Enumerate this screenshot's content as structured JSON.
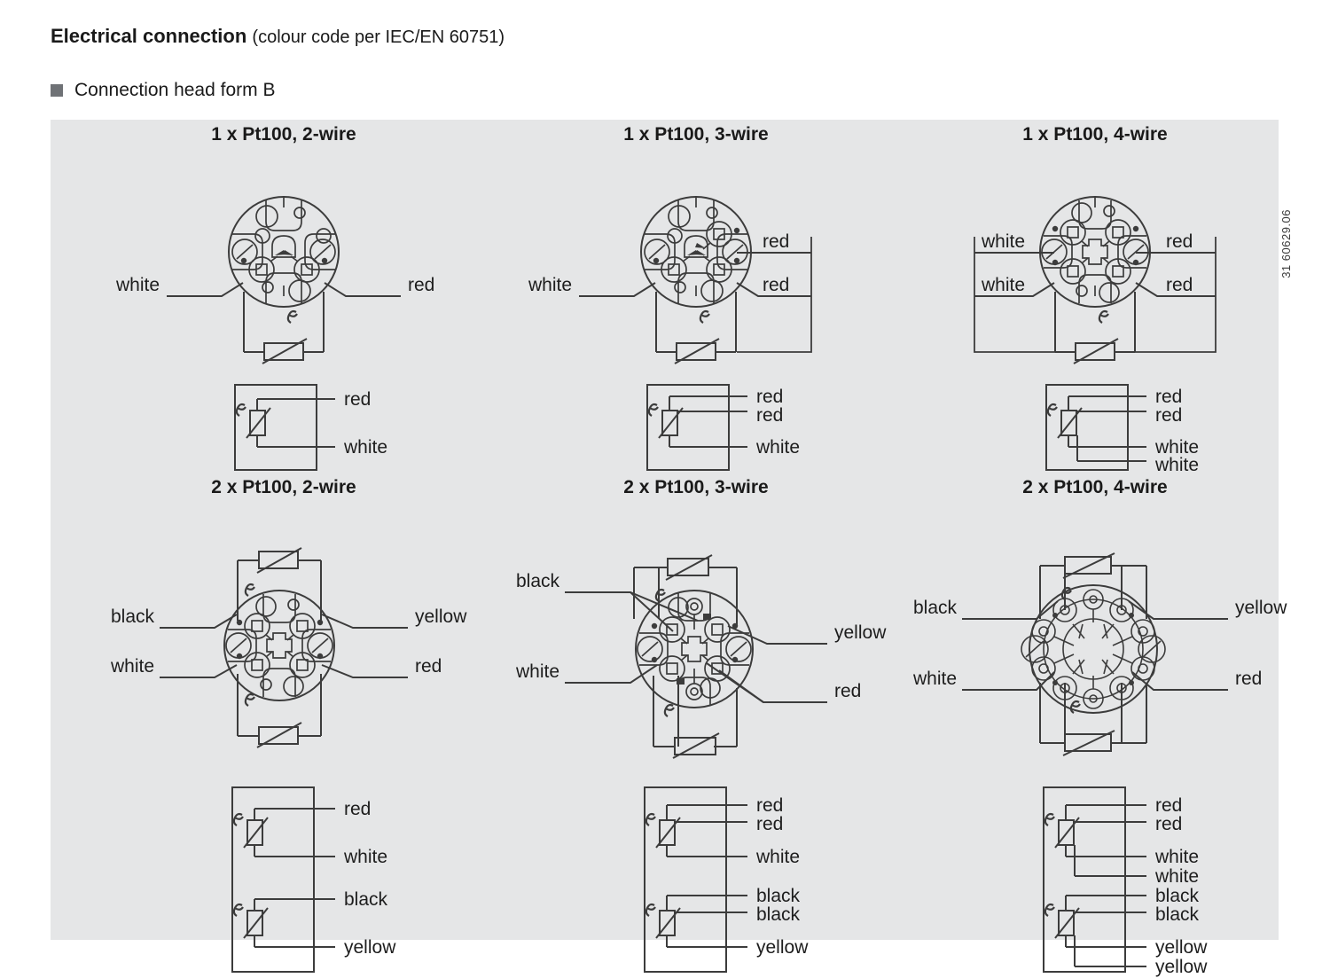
{
  "heading": {
    "title": "Electrical connection",
    "subtitle": "(colour code per IEC/EN 60751)"
  },
  "subheading": {
    "label": "Connection head form B",
    "bullet_icon": "square-bullet-icon"
  },
  "drawing_code": "31 60629.06",
  "colors": {
    "panel_background": "#e5e6e7",
    "page_background": "#ffffff",
    "line": "#3c3c3c",
    "text": "#1d1d1d",
    "bullet": "#6f7276"
  },
  "diagrams": [
    {
      "id": "1x-pt100-2-wire",
      "title": "1 x Pt100, 2-wire",
      "sensor_count": 1,
      "wire_count": 2,
      "head_labels_left": [
        "white"
      ],
      "head_labels_right": [
        "red"
      ],
      "schematic_labels": [
        "red",
        "white"
      ],
      "element_positions": [
        "bottom"
      ]
    },
    {
      "id": "1x-pt100-3-wire",
      "title": "1 x Pt100, 3-wire",
      "sensor_count": 1,
      "wire_count": 3,
      "head_labels_left": [
        "white"
      ],
      "head_labels_right": [
        "red",
        "red"
      ],
      "schematic_labels": [
        "red",
        "red",
        "white"
      ],
      "element_positions": [
        "bottom"
      ]
    },
    {
      "id": "1x-pt100-4-wire",
      "title": "1 x Pt100, 4-wire",
      "sensor_count": 1,
      "wire_count": 4,
      "head_labels_left": [
        "white",
        "white"
      ],
      "head_labels_right": [
        "red",
        "red"
      ],
      "schematic_labels": [
        "red",
        "red",
        "white",
        "white"
      ],
      "element_positions": [
        "bottom"
      ]
    },
    {
      "id": "2x-pt100-2-wire",
      "title": "2 x Pt100, 2-wire",
      "sensor_count": 2,
      "wire_count": 2,
      "head_labels_left": [
        "black",
        "white"
      ],
      "head_labels_right": [
        "yellow",
        "red"
      ],
      "schematic_labels": [
        "red",
        "white",
        "black",
        "yellow"
      ],
      "element_positions": [
        "top",
        "bottom"
      ]
    },
    {
      "id": "2x-pt100-3-wire",
      "title": "2 x Pt100, 3-wire",
      "sensor_count": 2,
      "wire_count": 3,
      "head_labels_left": [
        "black",
        "white"
      ],
      "head_labels_right": [
        "yellow",
        "red"
      ],
      "schematic_labels": [
        "red",
        "red",
        "white",
        "black",
        "black",
        "yellow"
      ],
      "element_positions": [
        "top",
        "bottom"
      ]
    },
    {
      "id": "2x-pt100-4-wire",
      "title": "2 x Pt100, 4-wire",
      "sensor_count": 2,
      "wire_count": 4,
      "head_labels_left": [
        "black",
        "white"
      ],
      "head_labels_right": [
        "yellow",
        "red"
      ],
      "schematic_labels": [
        "red",
        "red",
        "white",
        "white",
        "black",
        "black",
        "yellow",
        "yellow"
      ],
      "element_positions": [
        "top",
        "bottom"
      ]
    }
  ]
}
